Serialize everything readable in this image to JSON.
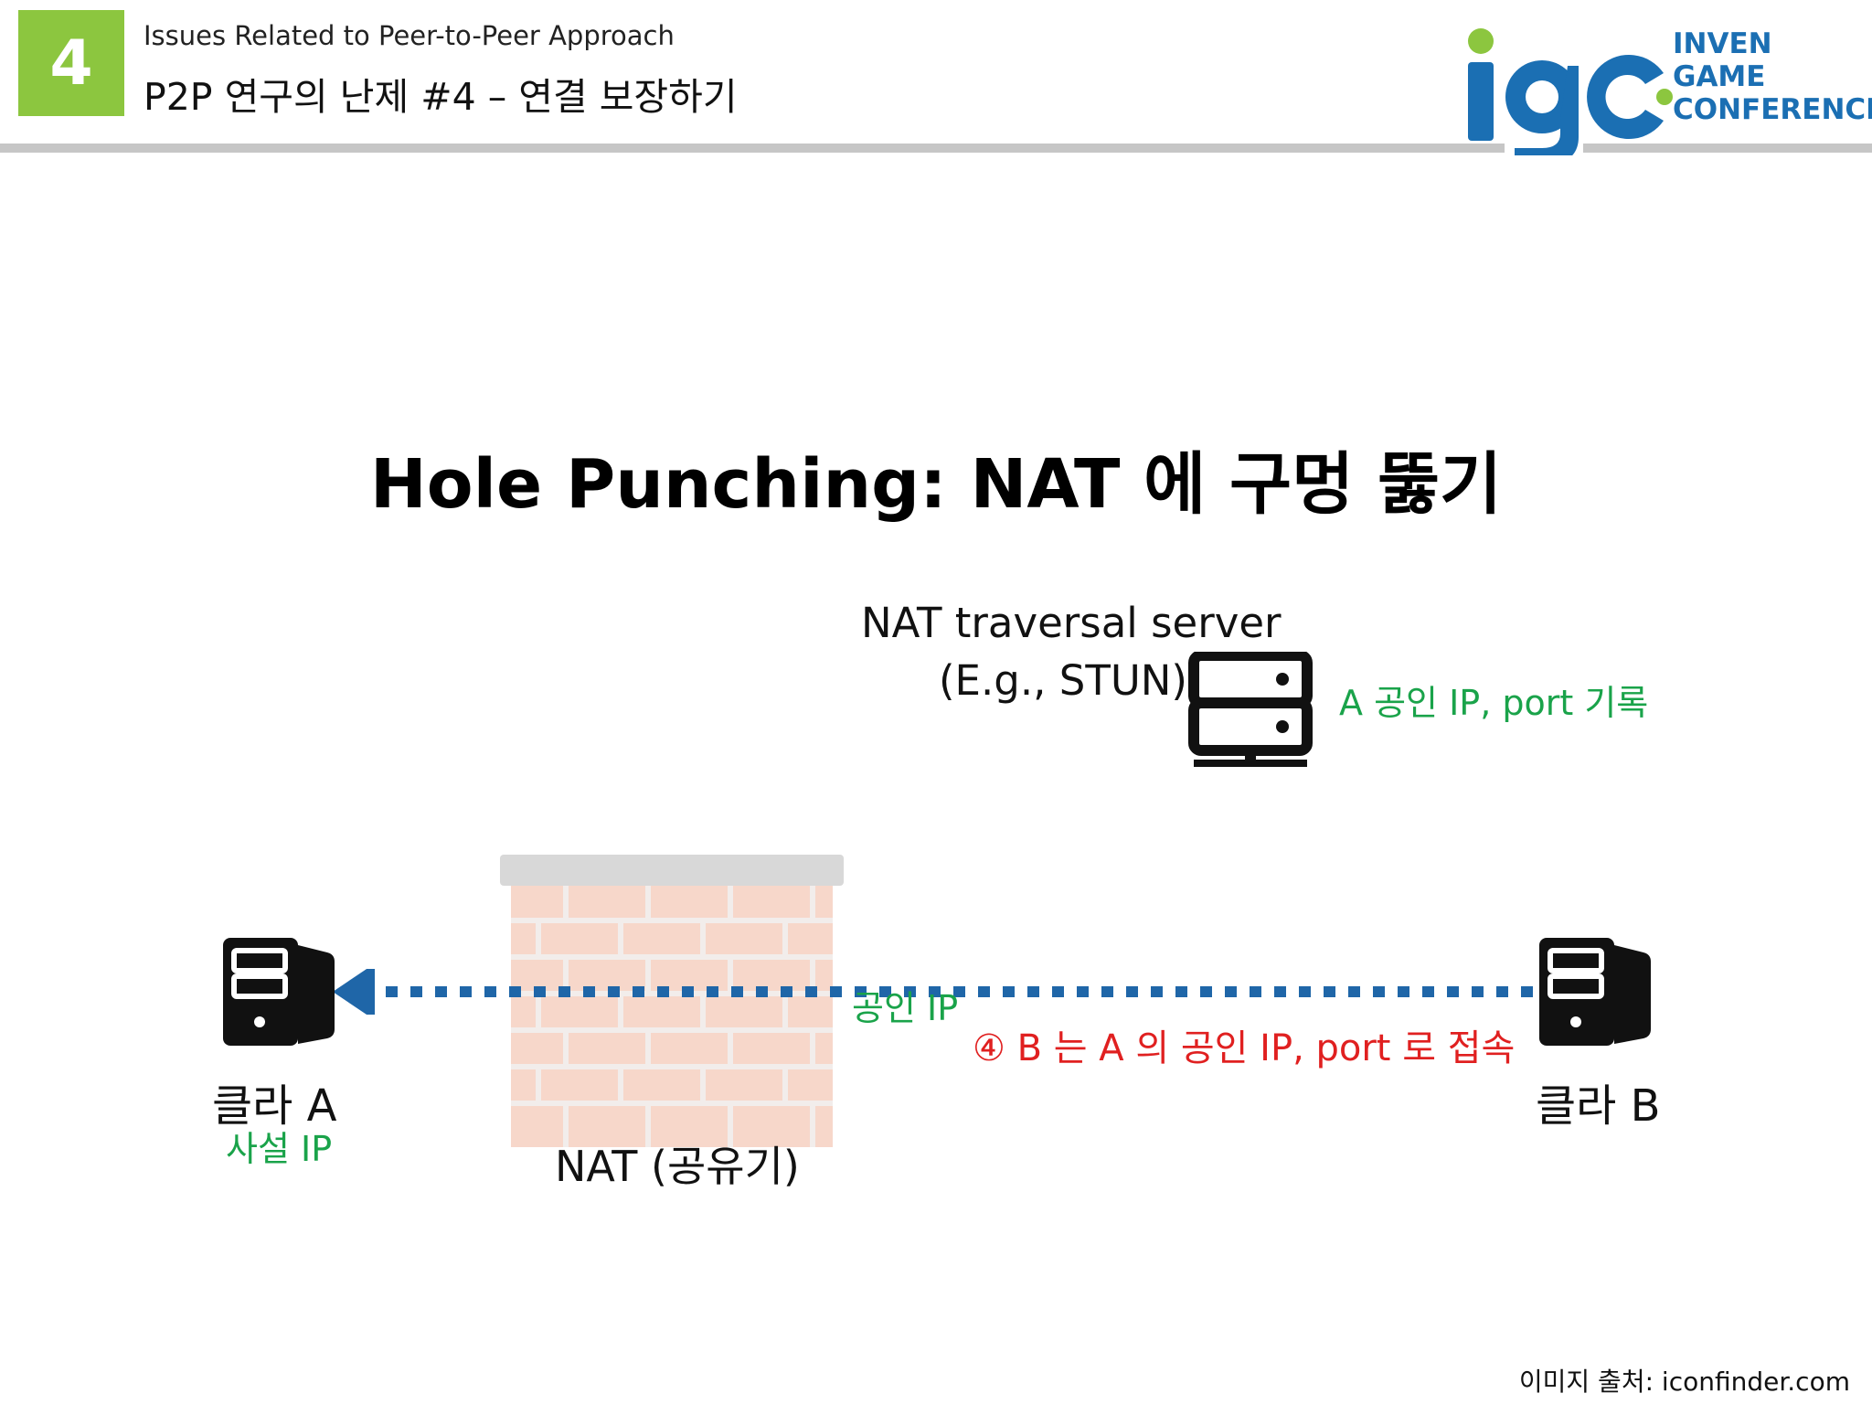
{
  "header": {
    "section_number": "4",
    "subtitle_en": "Issues Related to Peer-to-Peer Approach",
    "subtitle_ko": "P2P 연구의 난제 #4 – 연결 보장하기"
  },
  "logo": {
    "mark": "igc",
    "line1": "INVEN",
    "line2": "GAME",
    "line3": "CONFERENCE",
    "colors": {
      "blue": "#1b6fb3",
      "green": "#8cc63f"
    }
  },
  "slide": {
    "title": "Hole Punching: NAT 에 구멍 뚫기"
  },
  "diagram": {
    "server_label_line1": "NAT traversal server",
    "server_label_line2": "(E.g., STUN)",
    "server_note": "A 공인 IP, port 기록",
    "public_ip_label": "공인 IP",
    "step_label": "④ B 는 A 의 공인 IP, port 로 접속",
    "client_a": "클라 A",
    "client_a_ip": "사설 IP",
    "nat_label": "NAT (공유기)",
    "client_b": "클라 B",
    "icons": [
      "server-icon",
      "brick-wall-icon",
      "desktop-computer-icon",
      "dotted-arrow-icon"
    ],
    "colors": {
      "green": "#1aa34a",
      "red": "#e02020",
      "arrow": "#1f66a8"
    }
  },
  "footer": {
    "credit": "이미지 출처: iconfinder.com"
  }
}
